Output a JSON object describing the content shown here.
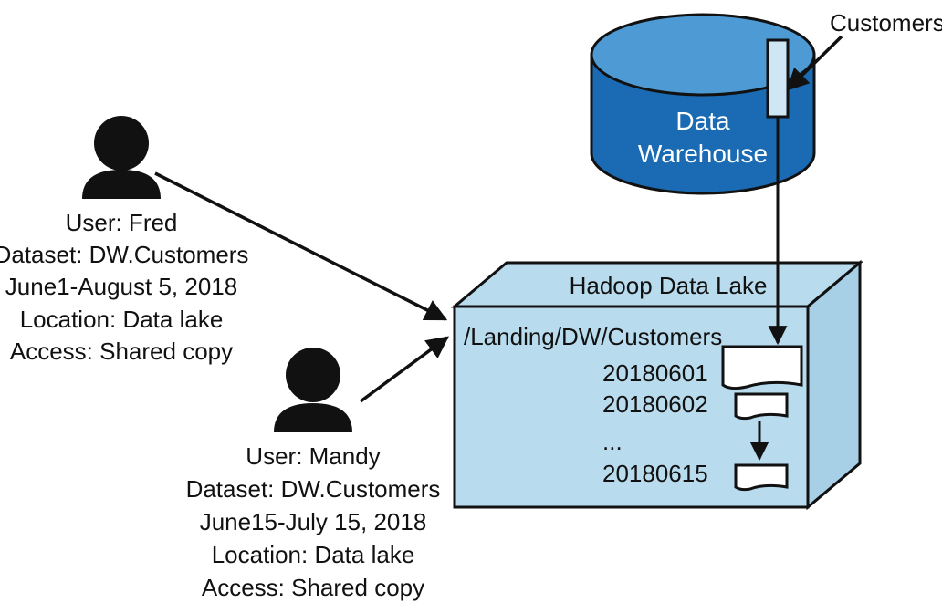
{
  "colors": {
    "database_fill": "#1a6bb3",
    "database_top": "#4d9ad4",
    "lake_fill": "#b9dbee",
    "stroke": "#111111"
  },
  "users": [
    {
      "icon": "person-icon",
      "lines": [
        "User: Fred",
        "Dataset: DW.Customers",
        "June1-August 5, 2018",
        "Location: Data lake",
        "Access: Shared copy"
      ]
    },
    {
      "icon": "person-icon",
      "lines": [
        "User: Mandy",
        "Dataset: DW.Customers",
        "June15-July 15, 2018",
        "Location: Data lake",
        "Access: Shared copy"
      ]
    }
  ],
  "data_warehouse": {
    "label_line1": "Data",
    "label_line2": "Warehouse",
    "table_label": "Customers"
  },
  "data_lake": {
    "title": "Hadoop Data Lake",
    "path": "/Landing/DW/Customers",
    "partitions": [
      "20180601",
      "20180602",
      "...",
      "20180615"
    ]
  }
}
